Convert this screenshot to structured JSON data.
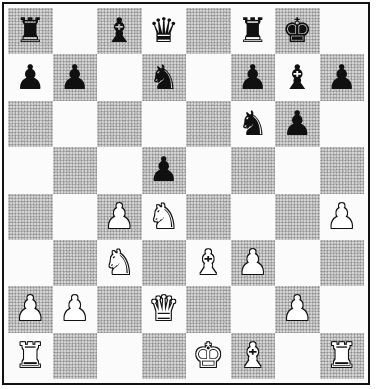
{
  "board": {
    "orientation": "white-bottom",
    "files": [
      "a",
      "b",
      "c",
      "d",
      "e",
      "f",
      "g",
      "h"
    ],
    "ranks": [
      8,
      7,
      6,
      5,
      4,
      3,
      2,
      1
    ],
    "pieces": [
      {
        "square": "a8",
        "color": "black",
        "type": "rook",
        "icon": "black-rook-icon",
        "glyph": "♜"
      },
      {
        "square": "c8",
        "color": "black",
        "type": "bishop",
        "icon": "black-bishop-icon",
        "glyph": "♝"
      },
      {
        "square": "d8",
        "color": "black",
        "type": "queen",
        "icon": "black-queen-icon",
        "glyph": "♛"
      },
      {
        "square": "f8",
        "color": "black",
        "type": "rook",
        "icon": "black-rook-icon",
        "glyph": "♜"
      },
      {
        "square": "g8",
        "color": "black",
        "type": "king",
        "icon": "black-king-icon",
        "glyph": "♚"
      },
      {
        "square": "a7",
        "color": "black",
        "type": "pawn",
        "icon": "black-pawn-icon",
        "glyph": "♟"
      },
      {
        "square": "b7",
        "color": "black",
        "type": "pawn",
        "icon": "black-pawn-icon",
        "glyph": "♟"
      },
      {
        "square": "d7",
        "color": "black",
        "type": "knight",
        "icon": "black-knight-icon",
        "glyph": "♞"
      },
      {
        "square": "f7",
        "color": "black",
        "type": "pawn",
        "icon": "black-pawn-icon",
        "glyph": "♟"
      },
      {
        "square": "g7",
        "color": "black",
        "type": "bishop",
        "icon": "black-bishop-icon",
        "glyph": "♝"
      },
      {
        "square": "h7",
        "color": "black",
        "type": "pawn",
        "icon": "black-pawn-icon",
        "glyph": "♟"
      },
      {
        "square": "f6",
        "color": "black",
        "type": "knight",
        "icon": "black-knight-icon",
        "glyph": "♞"
      },
      {
        "square": "g6",
        "color": "black",
        "type": "pawn",
        "icon": "black-pawn-icon",
        "glyph": "♟"
      },
      {
        "square": "d5",
        "color": "black",
        "type": "pawn",
        "icon": "black-pawn-icon",
        "glyph": "♟"
      },
      {
        "square": "c4",
        "color": "white",
        "type": "pawn",
        "icon": "white-pawn-icon",
        "glyph": "♟"
      },
      {
        "square": "d4",
        "color": "white",
        "type": "knight",
        "icon": "white-knight-icon",
        "glyph": "♞"
      },
      {
        "square": "h4",
        "color": "white",
        "type": "pawn",
        "icon": "white-pawn-icon",
        "glyph": "♟"
      },
      {
        "square": "c3",
        "color": "white",
        "type": "knight",
        "icon": "white-knight-icon",
        "glyph": "♞"
      },
      {
        "square": "e3",
        "color": "white",
        "type": "bishop",
        "icon": "white-bishop-icon",
        "glyph": "♝"
      },
      {
        "square": "f3",
        "color": "white",
        "type": "pawn",
        "icon": "white-pawn-icon",
        "glyph": "♟"
      },
      {
        "square": "a2",
        "color": "white",
        "type": "pawn",
        "icon": "white-pawn-icon",
        "glyph": "♟"
      },
      {
        "square": "b2",
        "color": "white",
        "type": "pawn",
        "icon": "white-pawn-icon",
        "glyph": "♟"
      },
      {
        "square": "d2",
        "color": "white",
        "type": "queen",
        "icon": "white-queen-icon",
        "glyph": "♛"
      },
      {
        "square": "g2",
        "color": "white",
        "type": "pawn",
        "icon": "white-pawn-icon",
        "glyph": "♟"
      },
      {
        "square": "a1",
        "color": "white",
        "type": "rook",
        "icon": "white-rook-icon",
        "glyph": "♜"
      },
      {
        "square": "e1",
        "color": "white",
        "type": "king",
        "icon": "white-king-icon",
        "glyph": "♚"
      },
      {
        "square": "f1",
        "color": "white",
        "type": "bishop",
        "icon": "white-bishop-icon",
        "glyph": "♝"
      },
      {
        "square": "h1",
        "color": "white",
        "type": "rook",
        "icon": "white-rook-icon",
        "glyph": "♜"
      }
    ]
  }
}
